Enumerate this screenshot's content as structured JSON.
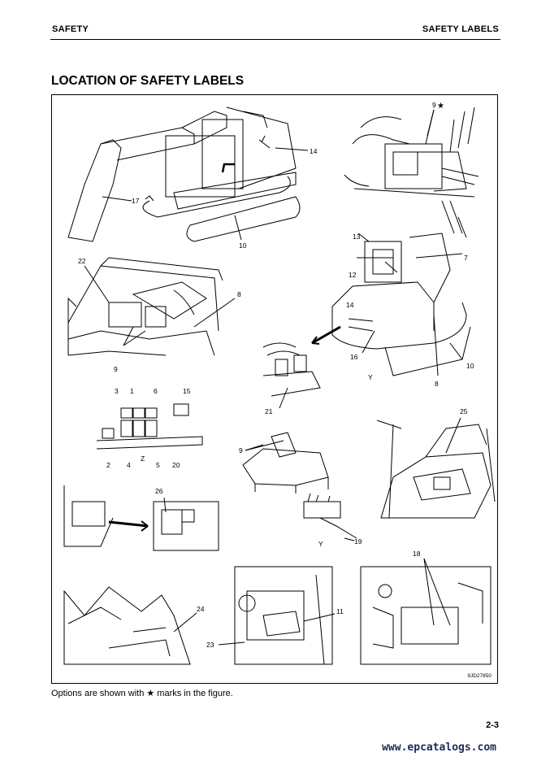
{
  "header": {
    "section": "SAFETY",
    "topic": "SAFETY LABELS"
  },
  "title": "LOCATION OF SAFETY LABELS",
  "figure": {
    "code": "9JD27850",
    "callouts": [
      "1",
      "2",
      "3",
      "4",
      "5",
      "6",
      "7",
      "8",
      "9",
      "10",
      "11",
      "12",
      "13",
      "14",
      "15",
      "16",
      "17",
      "18",
      "19",
      "20",
      "21",
      "22",
      "23",
      "24",
      "25",
      "26"
    ],
    "view_letters": [
      "Y",
      "Y",
      "Z"
    ],
    "star": "★"
  },
  "caption": "Options are shown with ★ marks in the figure.",
  "page_number": "2-3",
  "watermark": "www.epcatalogs.com"
}
